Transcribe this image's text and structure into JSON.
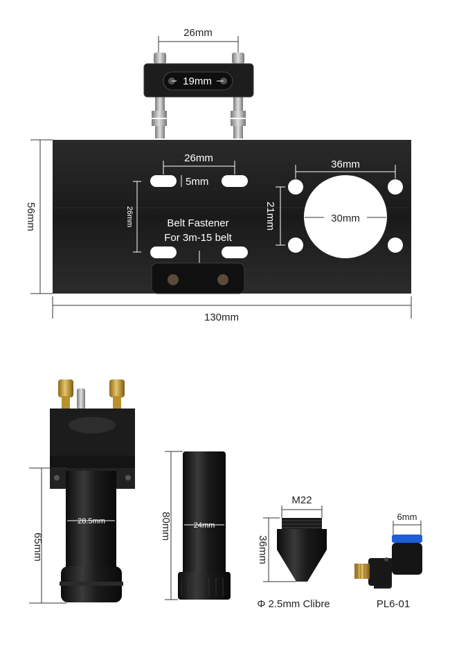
{
  "top_assembly": {
    "carriage_width": "26mm",
    "clamp_width": "19mm",
    "slot_spacing": "26mm",
    "slot_width": "5mm",
    "slot_height": "26mm",
    "plate_height": "56mm",
    "belt_fastener_line1": "Belt Fastener",
    "belt_fastener_line2": "For 3m-15 belt",
    "hole_spacing_h": "36mm",
    "hole_spacing_v": "21mm",
    "center_hole": "30mm",
    "plate_width": "130mm"
  },
  "parts": {
    "head_height": "65mm",
    "head_diameter": "28.5mm",
    "tube_height": "80mm",
    "tube_diameter": "24mm",
    "nozzle_thread": "M22",
    "nozzle_height": "36mm",
    "nozzle_caption": "Φ 2.5mm Clibre",
    "fitting_size": "6mm",
    "fitting_caption": "PL6-01"
  },
  "colors": {
    "anodized_black": "#1b1b1b",
    "brass": "#c9a13a",
    "steel": "#b9b9b9",
    "fitting_blue": "#1f5fd6"
  }
}
